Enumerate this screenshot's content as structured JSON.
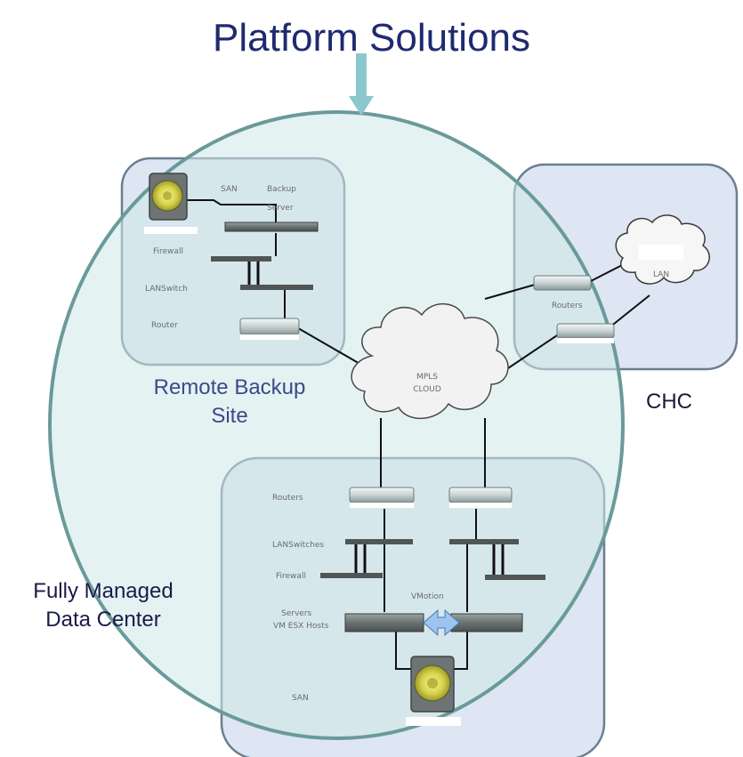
{
  "title": "Platform Solutions",
  "sites": {
    "remote": {
      "caption_line1": "Remote Backup",
      "caption_line2": "Site",
      "labels": {
        "san": "SAN",
        "backup_server_1": "Backup",
        "backup_server_2": "Server",
        "firewall": "Firewall",
        "lan_switch": "LANSwitch",
        "router": "Router"
      }
    },
    "chc": {
      "caption": "CHC",
      "labels": {
        "lan": "LAN",
        "routers": "Routers"
      }
    },
    "data_center": {
      "caption_line1": "Fully Managed",
      "caption_line2": "Data Center",
      "labels": {
        "routers": "Routers",
        "lan_switches": "LANSwitches",
        "firewall": "Firewall",
        "servers_1": "Servers",
        "servers_2": "VM ESX Hosts",
        "vmotion": "VMotion",
        "san": "SAN"
      }
    }
  },
  "cloud": {
    "line1": "MPLS",
    "line2": "CLOUD"
  },
  "colors": {
    "title": "#1f2a6e",
    "caption_blue": "#3b4a8c",
    "circle_stroke": "#6a9a9a",
    "circle_fill": "#d4ebeb",
    "box_fill": "#dde6f2",
    "box_stroke": "#6c7e92",
    "arrow": "#8cc7cf"
  }
}
